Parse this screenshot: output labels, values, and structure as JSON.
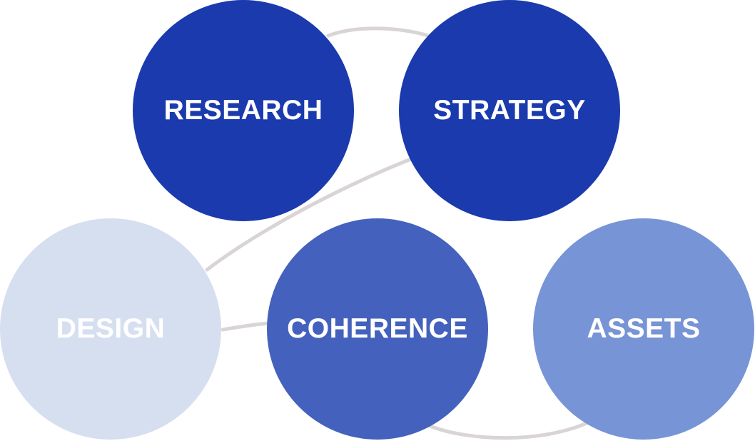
{
  "nodes": {
    "research": {
      "label": "RESEARCH",
      "color": "#1a3aad"
    },
    "strategy": {
      "label": "STRATEGY",
      "color": "#1a3aad"
    },
    "design": {
      "label": "DESIGN",
      "color": "#d6dff0"
    },
    "coherence": {
      "label": "COHERENCE",
      "color": "#4461bd"
    },
    "assets": {
      "label": "ASSETS",
      "color": "#7794d6"
    }
  },
  "connector_color": "#d9d4d6"
}
